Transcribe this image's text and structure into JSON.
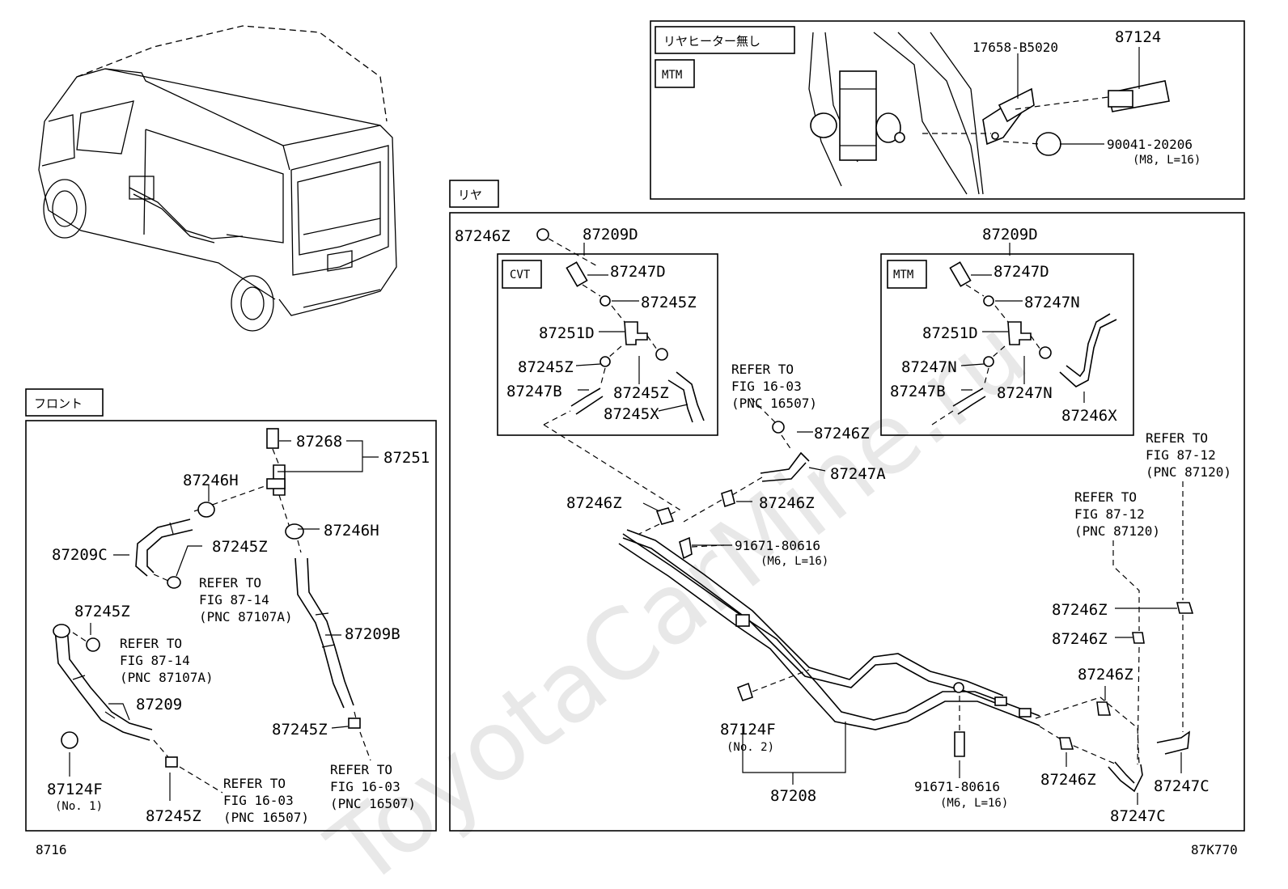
{
  "labels": {
    "front_section": "フロント",
    "rear_section": "リヤ",
    "no_rear_heater": "リヤヒーター無し",
    "mtm": "MTM",
    "cvt": "CVT",
    "page_left": "8716",
    "page_right": "87K770"
  },
  "inset": {
    "p1": "17658-B5020",
    "p2": "87124",
    "p3": "90041-20206",
    "p3_spec": "(M8, L=16)"
  },
  "front": {
    "p87268": "87268",
    "p87251": "87251",
    "p87246H_a": "87246H",
    "p87246H_b": "87246H",
    "p87209C": "87209C",
    "p87245Z_a": "87245Z",
    "ref1": [
      "REFER TO",
      "FIG 87-14",
      "(PNC 87107A)"
    ],
    "p87209B": "87209B",
    "p87245Z_b": "87245Z",
    "ref2": [
      "REFER TO",
      "FIG 87-14",
      "(PNC 87107A)"
    ],
    "p87209": "87209",
    "p87245Z_c": "87245Z",
    "ref3": [
      "REFER TO",
      "FIG 16-03",
      "(PNC 16507)"
    ],
    "p87124F": "87124F",
    "p87124F_note": "(No. 1)",
    "p87245Z_d": "87245Z",
    "ref4": [
      "REFER TO",
      "FIG 16-03",
      "(PNC 16507)"
    ]
  },
  "rear": {
    "p87246Z_top": "87246Z",
    "p87209D_l": "87209D",
    "p87209D_r": "87209D",
    "cvt_87247D": "87247D",
    "cvt_87245Z_a": "87245Z",
    "cvt_87251D": "87251D",
    "cvt_87245Z_b": "87245Z",
    "cvt_87247B": "87247B",
    "cvt_87245Z_c": "87245Z",
    "cvt_87245X": "87245X",
    "mtm_87247D": "87247D",
    "mtm_87247N_a": "87247N",
    "mtm_87251D": "87251D",
    "mtm_87247N_b": "87247N",
    "mtm_87247B": "87247B",
    "mtm_87247N_c": "87247N",
    "mtm_87246X": "87246X",
    "ref_mid": [
      "REFER TO",
      "FIG 16-03",
      "(PNC 16507)"
    ],
    "p87246Z_mid": "87246Z",
    "p87247A": "87247A",
    "p87246Z_left": "87246Z",
    "p87246Z_c": "87246Z",
    "bolt1": "91671-80616",
    "bolt1_spec": "(M6, L=16)",
    "ref_r1": [
      "REFER TO",
      "FIG 87-12",
      "(PNC 87120)"
    ],
    "ref_r2": [
      "REFER TO",
      "FIG 87-12",
      "(PNC 87120)"
    ],
    "p87246Z_r1": "87246Z",
    "p87246Z_r2": "87246Z",
    "p87246Z_r3": "87246Z",
    "p87124F": "87124F",
    "p87124F_note": "(No. 2)",
    "p87208": "87208",
    "bolt2": "91671-80616",
    "bolt2_spec": "(M6, L=16)",
    "p87246Z_r4": "87246Z",
    "p87247C_a": "87247C",
    "p87247C_b": "87247C"
  },
  "watermark": "ToyotaCarMine.ru"
}
